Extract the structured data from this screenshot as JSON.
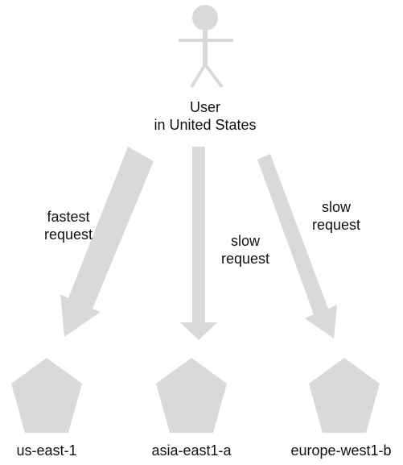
{
  "colors": {
    "shape_fill": "#d9d9d9",
    "text": "#111111",
    "background": "#ffffff"
  },
  "user": {
    "icon": "person-icon",
    "label_line1": "User",
    "label_line2": "in United States"
  },
  "requests": [
    {
      "label_line1": "fastest",
      "label_line2": "request",
      "target": "us-east-1"
    },
    {
      "label_line1": "slow",
      "label_line2": "request",
      "target": "asia-east1-a"
    },
    {
      "label_line1": "slow",
      "label_line2": "request",
      "target": "europe-west1-b"
    }
  ],
  "servers": [
    {
      "icon": "pentagon-icon",
      "label": "us-east-1"
    },
    {
      "icon": "pentagon-icon",
      "label": "asia-east1-a"
    },
    {
      "icon": "pentagon-icon",
      "label": "europe-west1-b"
    }
  ]
}
